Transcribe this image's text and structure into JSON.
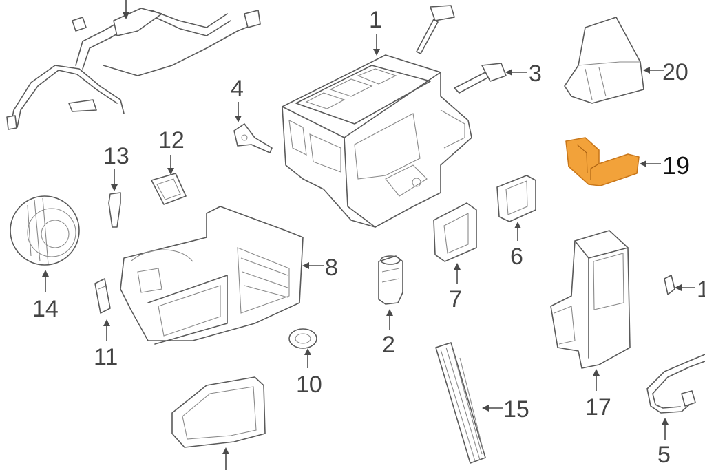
{
  "callouts": {
    "c1": "1",
    "c2": "2",
    "c3": "3",
    "c4": "4",
    "c5": "5",
    "c6": "6",
    "c7": "7",
    "c8": "8",
    "c10": "10",
    "c11": "11",
    "c12": "12",
    "c13": "13",
    "c14": "14",
    "c15": "15",
    "c17": "17",
    "c19": "19",
    "c20": "20",
    "c_edge": "1"
  },
  "colors": {
    "highlight_fill": "#F2A23A",
    "highlight_stroke": "#C9771A",
    "line": "#5a5a5a"
  }
}
